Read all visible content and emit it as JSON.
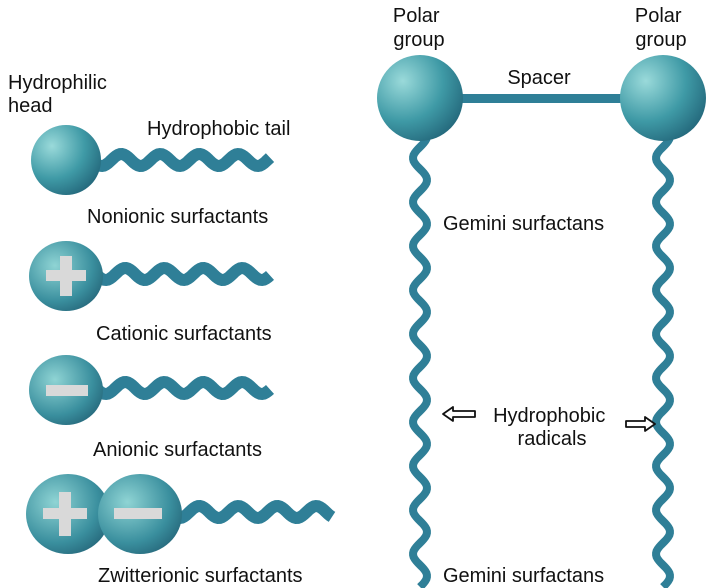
{
  "labels": {
    "hydrophilic_head": [
      "Hydrophilic",
      "head"
    ],
    "hydrophobic_tail": "Hydrophobic tail",
    "nonionic": "Nonionic surfactants",
    "cationic": "Cationic surfactants",
    "anionic": "Anionic surfactants",
    "zwitterionic": "Zwitterionic surfactants",
    "polar_group_left": [
      "Polar",
      "group"
    ],
    "polar_group_right": [
      "Polar",
      "group"
    ],
    "spacer": "Spacer",
    "gemini_top": "Gemini surfactans",
    "gemini_bottom": "Gemini surfactans",
    "hydrophobic_radicals": [
      "Hydrophobic",
      "radicals"
    ]
  },
  "colors": {
    "head_light": "#8fd4d4",
    "head_mid": "#3f9aa6",
    "head_dark": "#1f5f74",
    "tail": "#2f7f97",
    "sign": "#d9d9d9",
    "text": "#111111"
  }
}
